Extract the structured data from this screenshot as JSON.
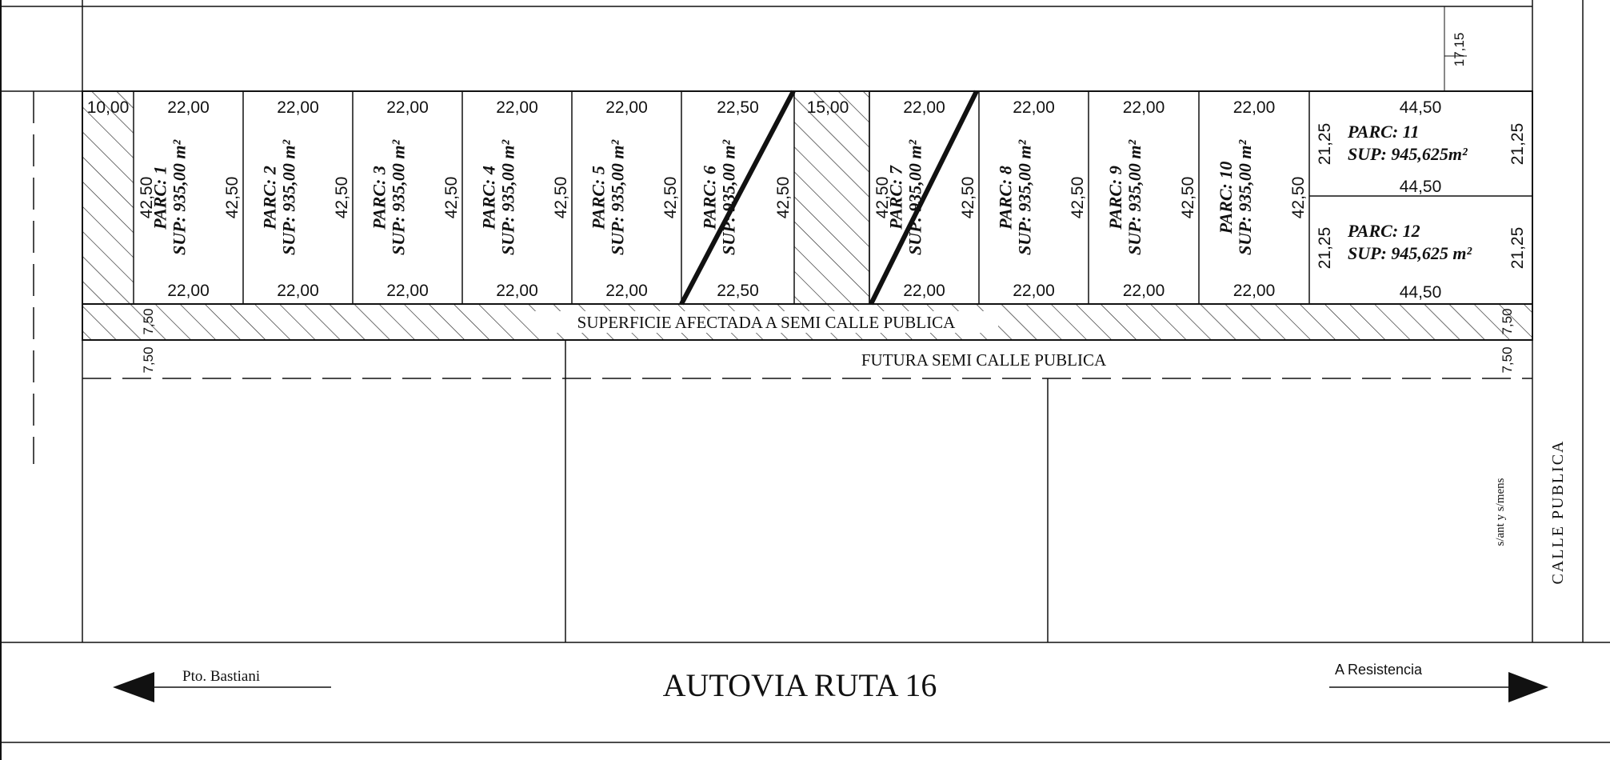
{
  "lots": [
    {
      "id": "1",
      "name": "PARC: 1",
      "sup": "SUP: 935,00 m²",
      "top": "22,00",
      "bottom": "22,00",
      "left": "42,50",
      "right": "42,50"
    },
    {
      "id": "2",
      "name": "PARC: 2",
      "sup": "SUP: 935,00 m²",
      "top": "22,00",
      "bottom": "22,00",
      "right": "42,50"
    },
    {
      "id": "3",
      "name": "PARC: 3",
      "sup": "SUP: 935,00 m²",
      "top": "22,00",
      "bottom": "22,00",
      "right": "42,50"
    },
    {
      "id": "4",
      "name": "PARC: 4",
      "sup": "SUP: 935,00 m²",
      "top": "22,00",
      "bottom": "22,00",
      "right": "42,50"
    },
    {
      "id": "5",
      "name": "PARC: 5",
      "sup": "SUP: 935,00 m²",
      "top": "22,00",
      "bottom": "22,00",
      "right": "42,50"
    },
    {
      "id": "6",
      "name": "PARC: 6",
      "sup": "SUP: 935,00 m²",
      "top": "22,50",
      "bottom": "22,50",
      "right": "42,50",
      "crossed": true
    },
    {
      "id": "7",
      "name": "PARC: 7",
      "sup": "SUP: 935,00 m²",
      "top": "22,00",
      "bottom": "22,00",
      "left": "42,50",
      "right": "42,50",
      "crossed": true
    },
    {
      "id": "8",
      "name": "PARC: 8",
      "sup": "SUP: 935,00 m²",
      "top": "22,00",
      "bottom": "22,00",
      "right": "42,50"
    },
    {
      "id": "9",
      "name": "PARC: 9",
      "sup": "SUP: 935,00 m²",
      "top": "22,00",
      "bottom": "22,00",
      "right": "42,50"
    },
    {
      "id": "10",
      "name": "PARC: 10",
      "sup": "SUP: 935,00 m²",
      "top": "22,00",
      "bottom": "22,00",
      "right": "42,50"
    }
  ],
  "lot11": {
    "name": "PARC: 11",
    "sup": "SUP: 945,625m²",
    "top": "44,50",
    "bottom": "44,50",
    "left": "21,25",
    "right": "21,25"
  },
  "lot12": {
    "name": "PARC: 12",
    "sup": "SUP: 945,625 m²",
    "bottom": "44,50",
    "left": "21,25",
    "right": "21,25"
  },
  "hatched_left_width": "10,00",
  "hatched_mid_width": "15,00",
  "dim_top_right": "17,15",
  "semi_calle_affected": "SUPERFICIE AFECTADA A SEMI CALLE PUBLICA",
  "semi_calle_left_dim": "7,50",
  "semi_calle_right_dim": "7,50",
  "semi_calle_future": "FUTURA SEMI CALLE PUBLICA",
  "future_left_dim": "7,50",
  "future_right_dim": "7,50",
  "side_note": "s/ant y s/mens",
  "calle_publica": "CALLE PUBLICA",
  "road_name": "AUTOVIA RUTA 16",
  "dir_left": "Pto. Bastiani",
  "dir_right": "A Resistencia"
}
